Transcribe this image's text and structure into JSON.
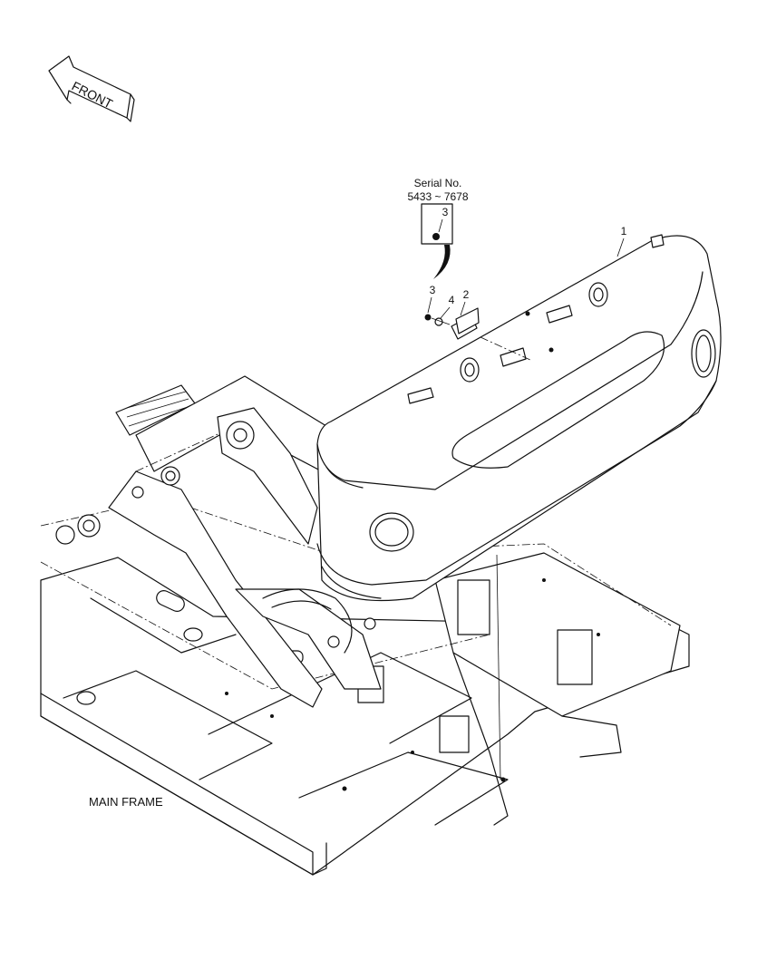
{
  "orientation": {
    "front_label": "FRONT"
  },
  "serial_note": {
    "line1": "Serial No.",
    "line2": "5433 ~ 7678",
    "detail_callout": "3"
  },
  "callouts": [
    {
      "id": "1"
    },
    {
      "id": "2"
    },
    {
      "id": "3"
    },
    {
      "id": "4"
    }
  ],
  "labels": {
    "main_frame": "MAIN FRAME"
  }
}
